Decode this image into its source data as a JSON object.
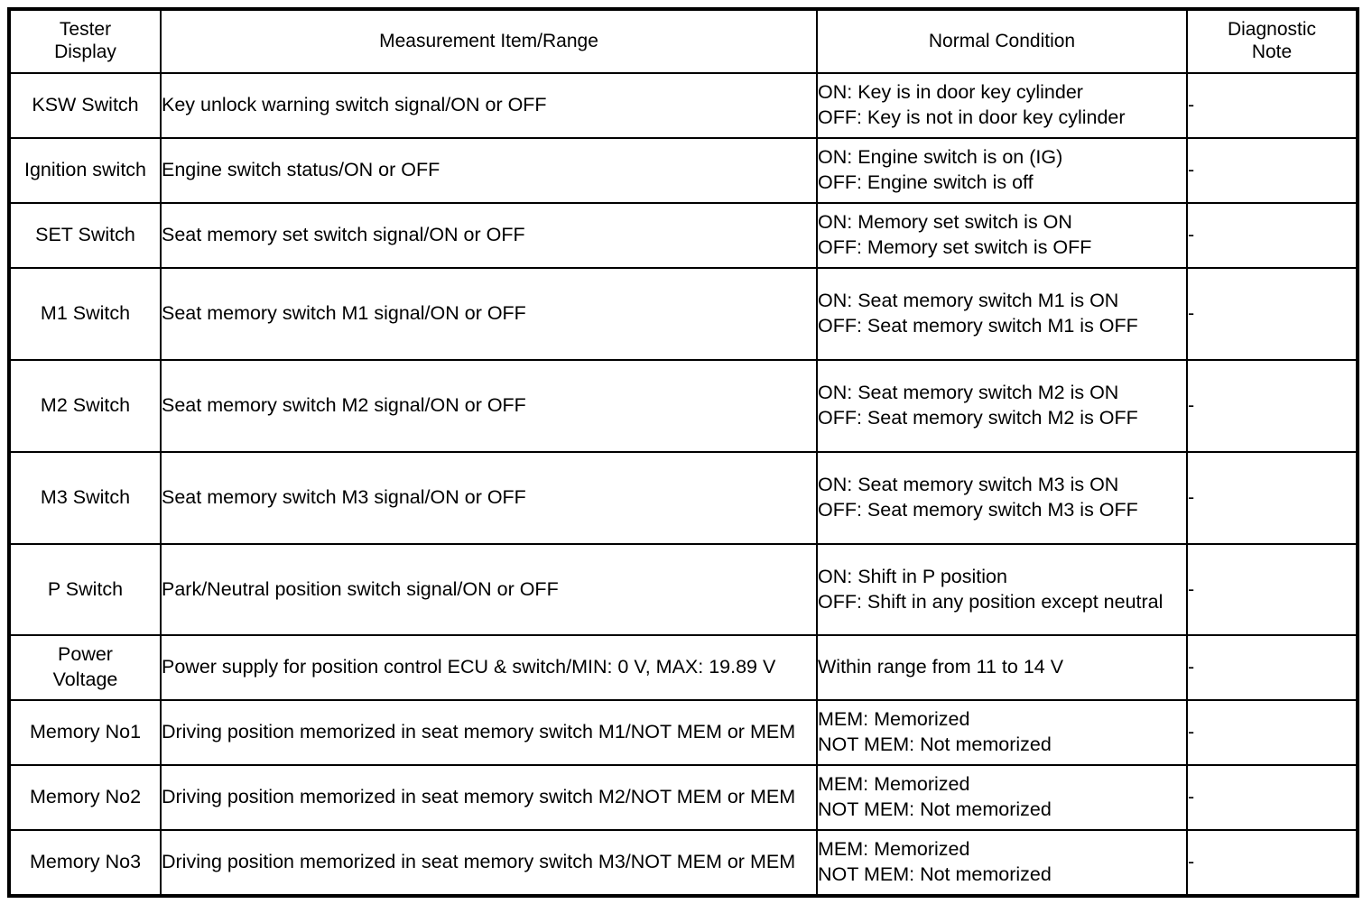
{
  "table": {
    "name": "Data List / Tester Display reference table",
    "columns": [
      {
        "key": "tester",
        "label": "Tester\nDisplay"
      },
      {
        "key": "measure",
        "label": "Measurement Item/Range"
      },
      {
        "key": "normal",
        "label": "Normal Condition"
      },
      {
        "key": "note",
        "label": "Diagnostic\nNote"
      }
    ],
    "rows": [
      {
        "tester": "KSW Switch",
        "measure": "Key unlock warning switch signal/ON or OFF",
        "normal": "ON: Key is in door key cylinder\nOFF: Key is not in door key cylinder",
        "note": "-"
      },
      {
        "tester": "Ignition switch",
        "measure": "Engine switch status/ON or OFF",
        "normal": "ON: Engine switch is on (IG)\nOFF: Engine switch is off",
        "note": "-"
      },
      {
        "tester": "SET Switch",
        "measure": "Seat memory set switch signal/ON or OFF",
        "normal": "ON: Memory set switch is ON\nOFF: Memory set switch is OFF",
        "note": "-"
      },
      {
        "tester": "M1 Switch",
        "measure": "Seat memory switch M1 signal/ON or OFF",
        "normal": "ON: Seat memory switch M1 is ON\nOFF: Seat memory switch M1 is OFF",
        "note": "-"
      },
      {
        "tester": "M2 Switch",
        "measure": "Seat memory switch M2 signal/ON or OFF",
        "normal": "ON: Seat memory switch M2 is ON\nOFF: Seat memory switch M2 is OFF",
        "note": "-"
      },
      {
        "tester": "M3 Switch",
        "measure": "Seat memory switch M3 signal/ON or OFF",
        "normal": "ON: Seat memory switch M3 is ON\nOFF: Seat memory switch M3 is OFF",
        "note": "-"
      },
      {
        "tester": "P Switch",
        "measure": "Park/Neutral position switch signal/ON or OFF",
        "normal": "ON: Shift in P position\nOFF: Shift in any position except neutral",
        "note": "-"
      },
      {
        "tester": "Power\nVoltage",
        "measure": "Power supply for position control ECU & switch/MIN: 0 V, MAX: 19.89 V",
        "normal": "Within range from 11 to 14 V",
        "note": "-"
      },
      {
        "tester": "Memory No1",
        "measure": "Driving position memorized in seat memory switch M1/NOT MEM or MEM",
        "normal": "MEM: Memorized\nNOT MEM: Not memorized",
        "note": "-"
      },
      {
        "tester": "Memory No2",
        "measure": "Driving position memorized in seat memory switch M2/NOT MEM or MEM",
        "normal": "MEM: Memorized\nNOT MEM: Not memorized",
        "note": "-"
      },
      {
        "tester": "Memory No3",
        "measure": "Driving position memorized in seat memory switch M3/NOT MEM or MEM",
        "normal": "MEM: Memorized\nNOT MEM: Not memorized",
        "note": "-"
      }
    ]
  },
  "colors": {
    "border": "#000000",
    "text": "#000000",
    "background": "#ffffff"
  }
}
